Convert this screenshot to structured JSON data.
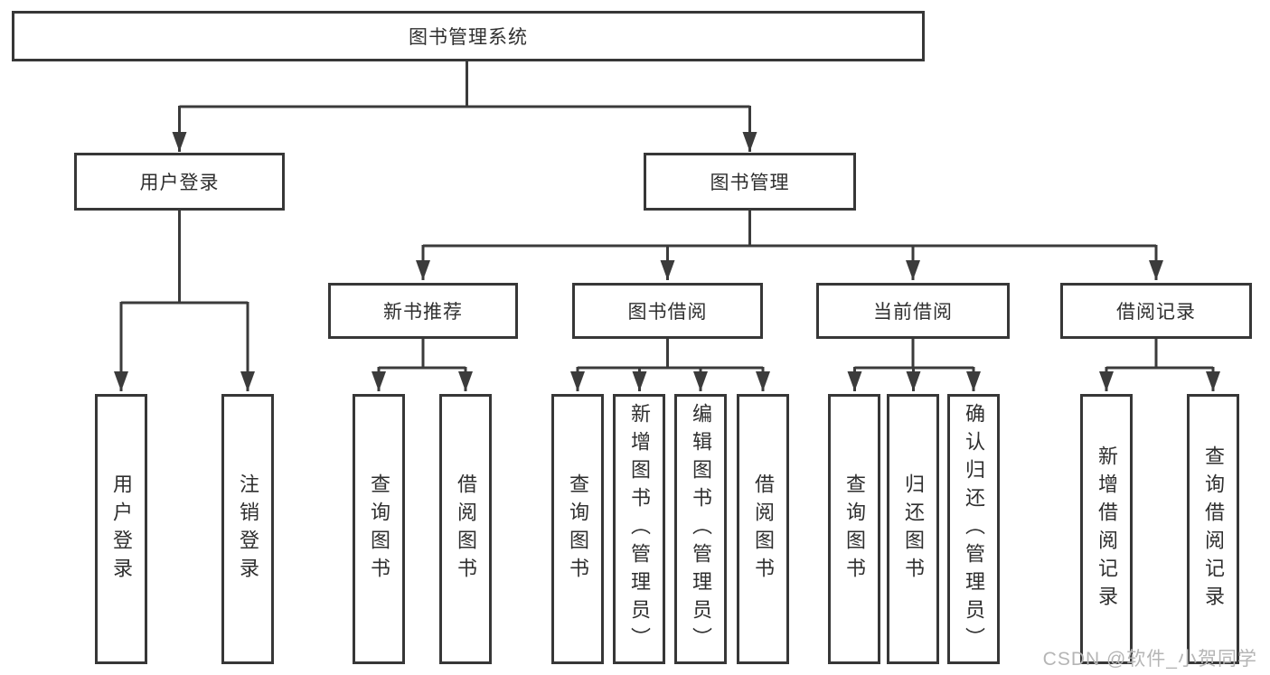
{
  "nodes": {
    "root": "图书管理系统",
    "level2": [
      "用户登录",
      "图书管理"
    ],
    "level3": [
      "新书推荐",
      "图书借阅",
      "当前借阅",
      "借阅记录"
    ],
    "leaves": {
      "user_login": [
        "用户登录",
        "注销登录"
      ],
      "new_book": [
        "查询图书",
        "借阅图书"
      ],
      "book_borrow": [
        "查询图书",
        "新增图书（管理员）",
        "编辑图书（管理员）",
        "借阅图书"
      ],
      "current_borrow": [
        "查询图书",
        "归还图书",
        "确认归还（管理员）"
      ],
      "borrow_record": [
        "新增借阅记录",
        "查询借阅记录"
      ]
    }
  },
  "watermark": "CSDN @软件_小贺同学",
  "colors": {
    "line": "#3b3b3b",
    "border": "#373737",
    "text": "#2f2f2f",
    "watermark": "#b5b5b5",
    "background": "#ffffff"
  }
}
